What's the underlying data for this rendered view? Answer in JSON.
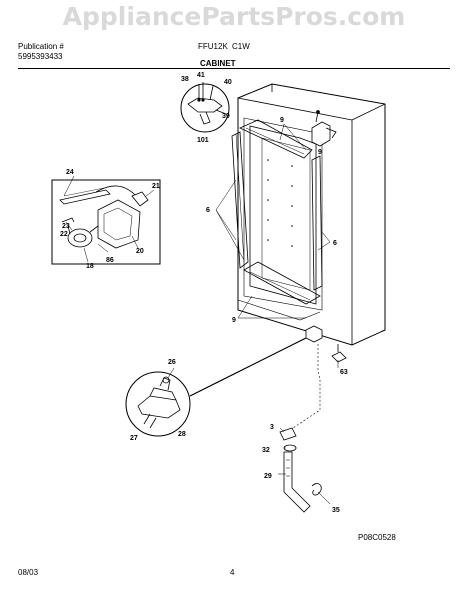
{
  "watermark": "AppliancePartsPros.com",
  "header": {
    "publication_label": "Publication #",
    "publication_number": "5995393433",
    "model": "FFU12K",
    "model_suffix": "C1W",
    "section_title": "CABINET"
  },
  "footer": {
    "date": "08/03",
    "page": "4",
    "figure_code": "P08C0528"
  },
  "callouts": [
    "38",
    "41",
    "40",
    "39",
    "101",
    "9",
    "9",
    "24",
    "21",
    "6",
    "6",
    "23",
    "22",
    "20",
    "18",
    "86",
    "9",
    "26",
    "63",
    "27",
    "28",
    "3",
    "32",
    "29",
    "35"
  ]
}
